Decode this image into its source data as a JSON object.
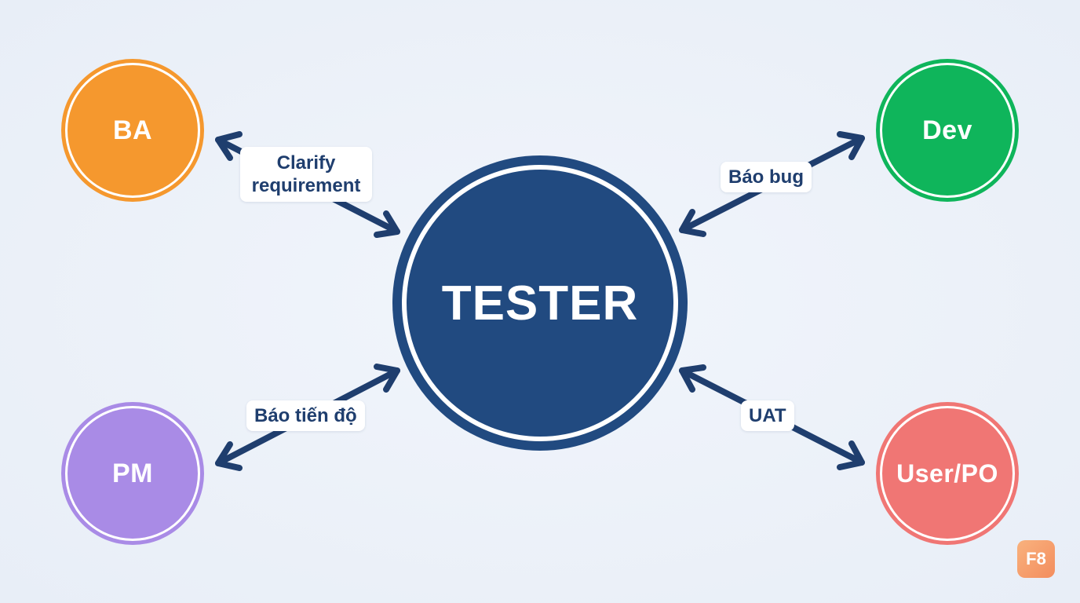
{
  "center": {
    "label": "TESTER",
    "color": "#214a80"
  },
  "nodes": {
    "ba": {
      "label": "BA",
      "color": "#f5982e"
    },
    "dev": {
      "label": "Dev",
      "color": "#0fb55b"
    },
    "pm": {
      "label": "PM",
      "color": "#a98be6"
    },
    "user": {
      "label": "User/PO",
      "color": "#f07674"
    }
  },
  "edges": {
    "ba": {
      "line1": "Clarify",
      "line2": "requirement"
    },
    "dev": {
      "label": "Báo bug"
    },
    "pm": {
      "label": "Báo tiến độ"
    },
    "user": {
      "label": "UAT"
    }
  },
  "arrow_color": "#1f3e6e",
  "logo": {
    "text": "F8"
  }
}
